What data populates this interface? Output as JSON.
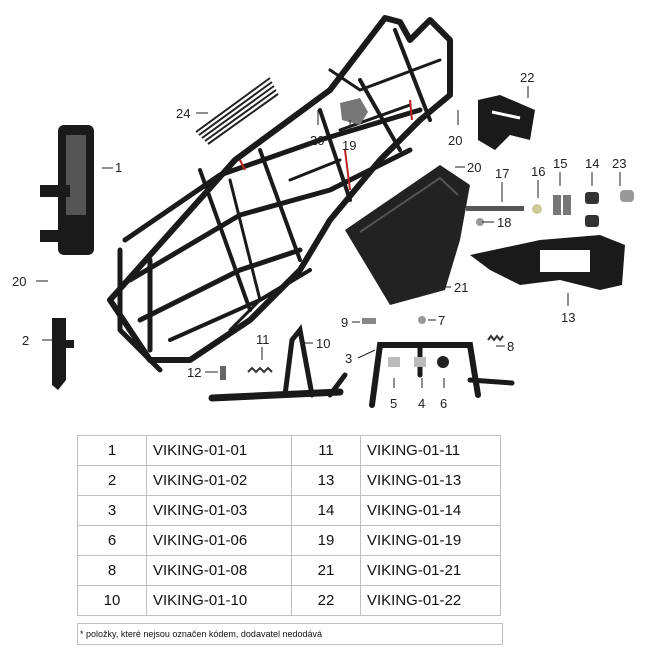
{
  "callouts": [
    "1",
    "2",
    "3",
    "4",
    "5",
    "6",
    "7",
    "8",
    "9",
    "10",
    "11",
    "12",
    "13",
    "14",
    "15",
    "16",
    "17",
    "18",
    "19",
    "20",
    "20",
    "20",
    "20",
    "21",
    "22",
    "23",
    "24"
  ],
  "table": {
    "rows": [
      [
        {
          "num": "1",
          "code": "VIKING-01-01"
        },
        {
          "num": "11",
          "code": "VIKING-01-11"
        }
      ],
      [
        {
          "num": "2",
          "code": "VIKING-01-02"
        },
        {
          "num": "13",
          "code": "VIKING-01-13"
        }
      ],
      [
        {
          "num": "3",
          "code": "VIKING-01-03"
        },
        {
          "num": "14",
          "code": "VIKING-01-14"
        }
      ],
      [
        {
          "num": "6",
          "code": "VIKING-01-06"
        },
        {
          "num": "19",
          "code": "VIKING-01-19"
        }
      ],
      [
        {
          "num": "8",
          "code": "VIKING-01-08"
        },
        {
          "num": "21",
          "code": "VIKING-01-21"
        }
      ],
      [
        {
          "num": "10",
          "code": "VIKING-01-10"
        },
        {
          "num": "22",
          "code": "VIKING-01-22"
        }
      ]
    ]
  },
  "note": "* položky, které nejsou označen kódem, dodavatel nedodává"
}
